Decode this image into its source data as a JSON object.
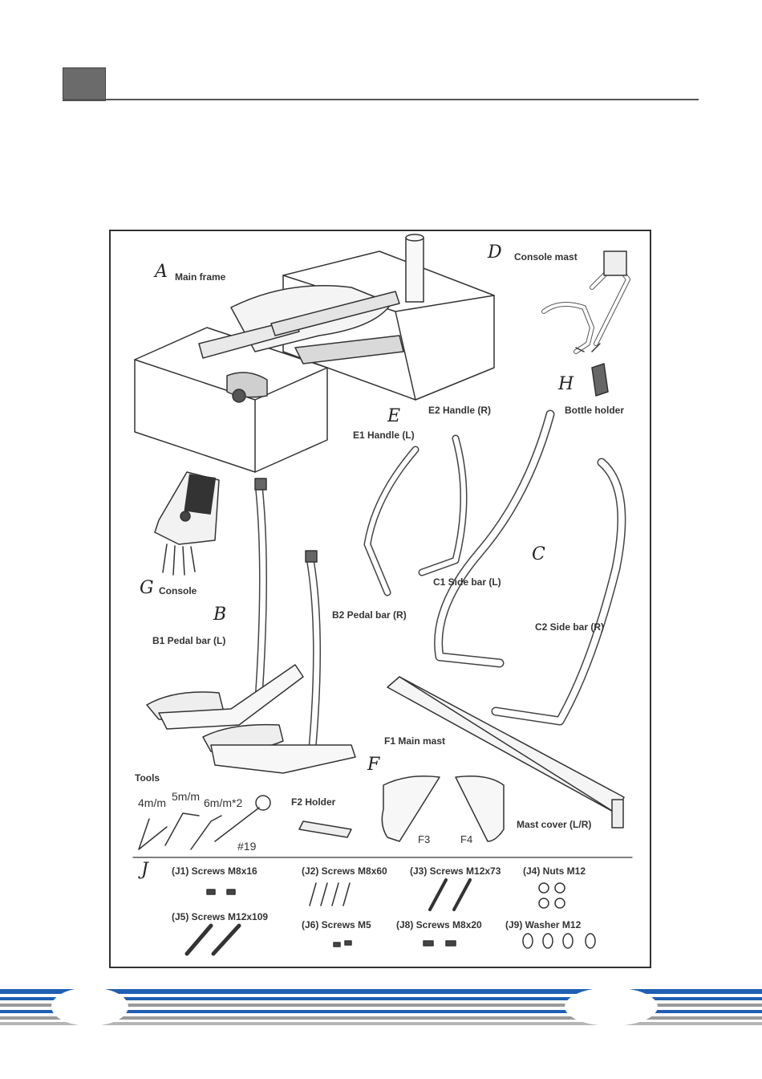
{
  "parts": {
    "A": {
      "letter": "A",
      "name": "Main frame"
    },
    "D": {
      "letter": "D",
      "name": "Console mast"
    },
    "H": {
      "letter": "H",
      "name": "Bottle holder"
    },
    "E": {
      "letter": "E",
      "e1": "E1  Handle (L)",
      "e2": "E2  Handle (R)"
    },
    "G": {
      "letter": "G",
      "name": "Console"
    },
    "B": {
      "letter": "B",
      "b1": "B1  Pedal bar (L)",
      "b2": "B2  Pedal bar (R)"
    },
    "C": {
      "letter": "C",
      "c1": "C1  Side bar (L)",
      "c2": "C2  Side bar (R)"
    },
    "F": {
      "letter": "F",
      "f1": "F1  Main mast",
      "f2": "F2  Holder",
      "f3": "F3",
      "f4": "F4",
      "cover": "Mast cover (L/R)"
    },
    "tools": {
      "title": "Tools",
      "t1": "4m/m",
      "t2": "5m/m",
      "t3": "6m/m*2",
      "t4": "#19"
    },
    "J": {
      "letter": "J",
      "j1": "(J1) Screws M8x16",
      "j2": "(J2) Screws M8x60",
      "j3": "(J3) Screws M12x73",
      "j4": "(J4) Nuts M12",
      "j5": "(J5) Screws M12x109",
      "j6": "(J6) Screws M5",
      "j8": "(J8) Screws M8x20",
      "j9": "(J9) Washer M12"
    }
  },
  "colors": {
    "header_box": "#6b6b6b",
    "footer_blue": "#1f5fb4",
    "footer_gray": "#9a9a9a"
  }
}
